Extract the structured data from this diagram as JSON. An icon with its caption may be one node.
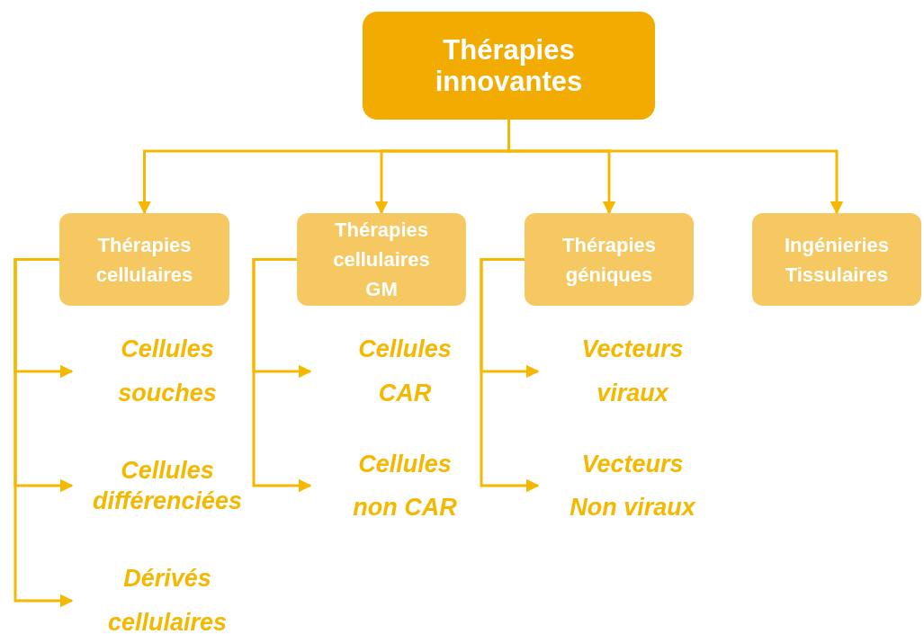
{
  "diagram": {
    "nodes": [
      {
        "text": [
          "Thérapies innovantes"
        ]
      },
      {
        "text": [
          "Thérapies cellulaires"
        ]
      },
      {
        "text": [
          "Thérapies cellulaires GM"
        ]
      },
      {
        "text": [
          "Thérapies géniques"
        ]
      },
      {
        "text": [
          "Ingénieries Tissulaires"
        ]
      },
      {
        "text": [
          "Cellules souches"
        ]
      },
      {
        "text": [
          "Cellules différenciées"
        ]
      },
      {
        "text": [
          "Dérivés cellulaires"
        ]
      },
      {
        "text": [
          "Cellules CAR"
        ]
      },
      {
        "text": [
          "Cellules non CAR"
        ]
      },
      {
        "text": [
          "Vecteurs viraux"
        ]
      },
      {
        "text": [
          "Vecteurs Non viraux"
        ]
      }
    ],
    "edges": [
      {
        "from": 0,
        "to": 1,
        "arrow": "to"
      },
      {
        "from": 0,
        "to": 2,
        "arrow": "to"
      },
      {
        "from": 0,
        "to": 3,
        "arrow": "to"
      },
      {
        "from": 0,
        "to": 4,
        "arrow": "to"
      },
      {
        "from": 1,
        "to": 5,
        "arrow": "to"
      },
      {
        "from": 1,
        "to": 6,
        "arrow": "to"
      },
      {
        "from": 1,
        "to": 7,
        "arrow": "to"
      },
      {
        "from": 2,
        "to": 8,
        "arrow": "to"
      },
      {
        "from": 2,
        "to": 9,
        "arrow": "to"
      },
      {
        "from": 3,
        "to": 10,
        "arrow": "to"
      },
      {
        "from": 3,
        "to": 11,
        "arrow": "to"
      }
    ]
  }
}
